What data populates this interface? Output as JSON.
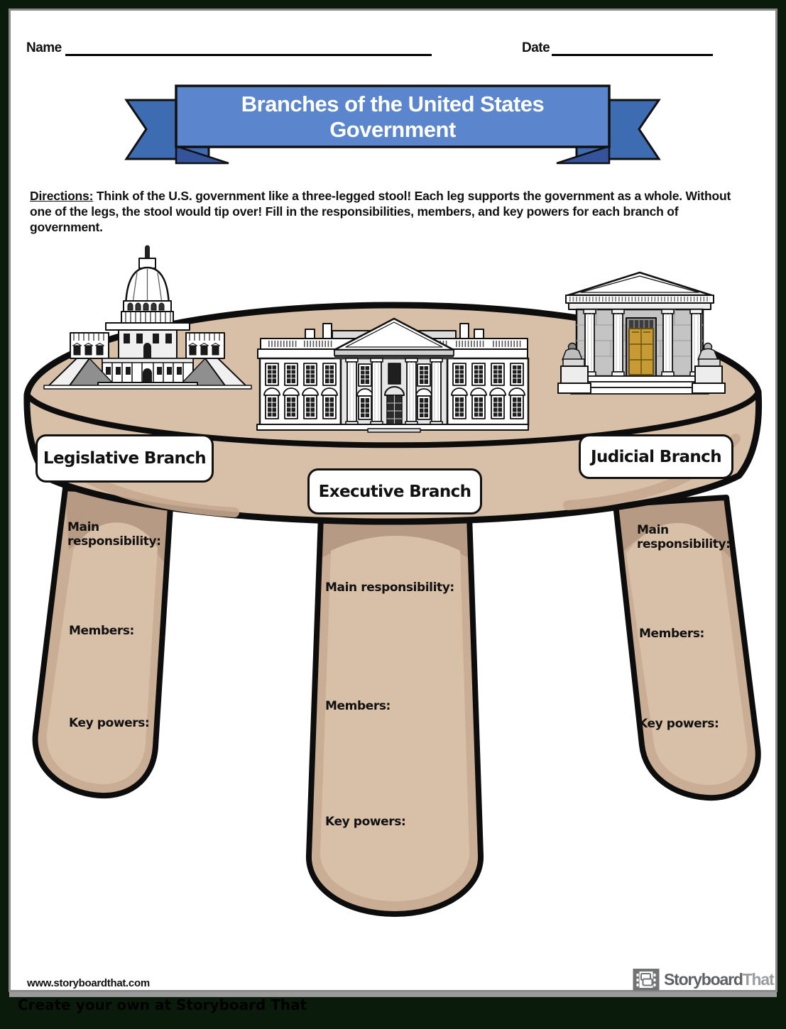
{
  "header": {
    "name_label": "Name",
    "date_label": "Date"
  },
  "banner": {
    "title_line1": "Branches of the United States",
    "title_line2": "Government"
  },
  "directions": {
    "label": "Directions:",
    "body": " Think of the U.S. government like a three-legged stool! Each leg supports the government as a whole. Without one of the legs, the stool would tip over! Fill in the responsibilities, members, and key powers for each branch of government."
  },
  "stool": {
    "branch_labels": {
      "legislative": "Legislative Branch",
      "executive": "Executive Branch",
      "judicial": "Judicial Branch"
    },
    "field_labels": {
      "main_responsibility": "Main responsibility:",
      "members": "Members:",
      "key_powers": "Key powers:"
    },
    "illustrations": [
      "us-capitol-building",
      "white-house",
      "supreme-court-building",
      "three-legged-stool"
    ]
  },
  "footer": {
    "website_url": "www.storyboardthat.com",
    "brand_name_part1": "Storyboard",
    "brand_name_part2": "That"
  },
  "bottom_bar": {
    "caption": "Create your own at Storyboard That"
  },
  "colors": {
    "ribbon_main_blue": "#5b85cd",
    "ribbon_tail_blue": "#3e6cb3",
    "stool_tan_light": "#d8bfa8",
    "stool_tan_mid": "#c9ad94",
    "stool_tan_dark": "#b79a83",
    "frame_background": "#0a1b0c",
    "page_background": "#ffffff",
    "logo_gray": "#717375"
  }
}
